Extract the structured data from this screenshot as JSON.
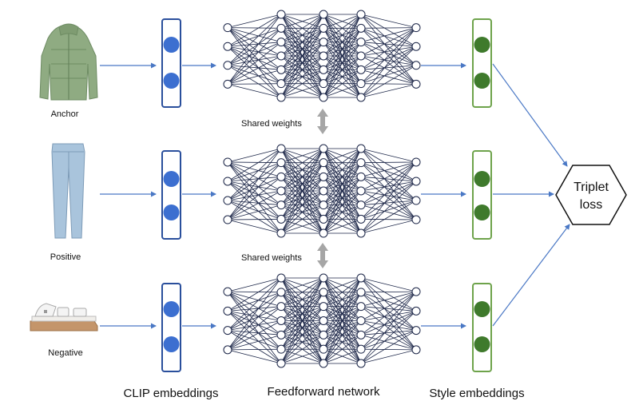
{
  "rows": [
    {
      "label": "Anchor",
      "item": "green puffer jacket"
    },
    {
      "label": "Positive",
      "item": "light blue jeans"
    },
    {
      "label": "Negative",
      "item": "white strap sandal"
    }
  ],
  "shared_weights_label": "Shared weights",
  "bottom_labels": {
    "clip": "CLIP embeddings",
    "ffn": "Feedforward network",
    "style": "Style embeddings"
  },
  "loss": {
    "line1": "Triplet",
    "line2": "loss"
  },
  "colors": {
    "clip_blue": "#3c6fd0",
    "clip_border": "#2a4f9c",
    "style_green": "#3f7a2c",
    "style_border": "#6ea34b",
    "network": "#1b2547",
    "arrow": "#4a78c5",
    "shared_arrow": "#a6a6a6"
  },
  "network_layers": [
    4,
    7,
    7,
    7,
    4
  ]
}
